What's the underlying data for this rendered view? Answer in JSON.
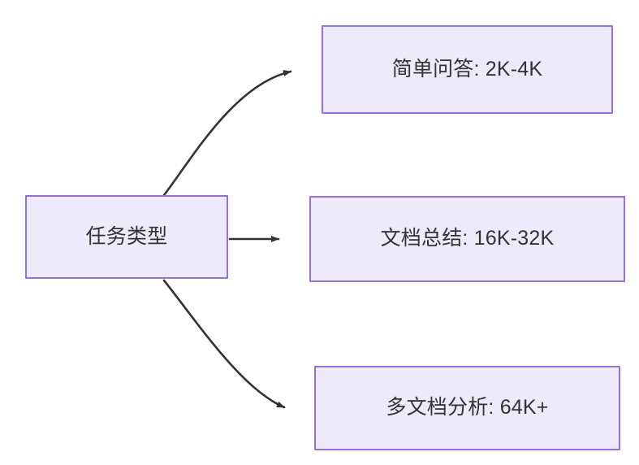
{
  "diagram": {
    "type": "flowchart",
    "direction": "left-to-right",
    "background_color": "#FFFFFF",
    "node_fill_color": "#ECEAFB",
    "node_border_color": "#9370DB",
    "node_text_color": "#333333",
    "edge_color": "#333333",
    "nodes": {
      "source": {
        "id": "task-type",
        "label": "任务类型"
      },
      "targets": [
        {
          "id": "simple-qa",
          "label": "简单问答: 2K-4K"
        },
        {
          "id": "doc-summary",
          "label": "文档总结: 16K-32K"
        },
        {
          "id": "multi-doc",
          "label": "多文档分析: 64K+"
        }
      ]
    },
    "edges": [
      {
        "id": "edge-task-type-to-simple-qa",
        "from": "task-type",
        "to": "simple-qa",
        "label": "",
        "style": "curved",
        "arrowhead": "solid-triangle"
      },
      {
        "id": "edge-task-type-to-doc-summary",
        "from": "task-type",
        "to": "doc-summary",
        "label": "",
        "style": "straight",
        "arrowhead": "solid-triangle"
      },
      {
        "id": "edge-task-type-to-multi-doc",
        "from": "task-type",
        "to": "multi-doc",
        "label": "",
        "style": "curved",
        "arrowhead": "solid-triangle"
      }
    ]
  }
}
